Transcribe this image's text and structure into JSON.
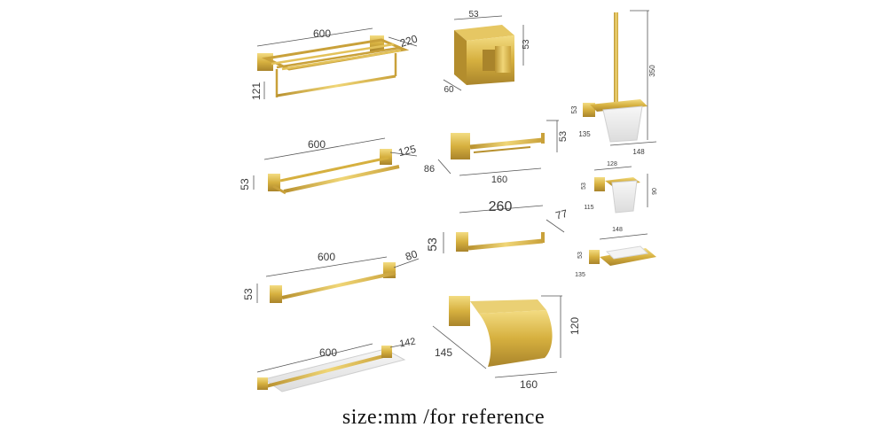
{
  "products": [
    {
      "name": "towel-rack-shelf",
      "dims": [
        "600",
        "220",
        "121"
      ]
    },
    {
      "name": "robe-hook",
      "dims": [
        "53",
        "53",
        "60"
      ]
    },
    {
      "name": "toilet-brush-holder",
      "dims": [
        "350",
        "53",
        "135",
        "148"
      ]
    },
    {
      "name": "double-towel-bar",
      "dims": [
        "600",
        "125",
        "53"
      ]
    },
    {
      "name": "paper-holder-open",
      "dims": [
        "53",
        "86",
        "160"
      ]
    },
    {
      "name": "tumbler-holder",
      "dims": [
        "128",
        "53",
        "90",
        "115"
      ]
    },
    {
      "name": "towel-ring-bar",
      "dims": [
        "260",
        "77",
        "53"
      ]
    },
    {
      "name": "soap-dish",
      "dims": [
        "148",
        "53",
        "135"
      ]
    },
    {
      "name": "single-towel-bar",
      "dims": [
        "600",
        "80",
        "53"
      ]
    },
    {
      "name": "glass-shelf",
      "dims": [
        "600",
        "142"
      ]
    },
    {
      "name": "paper-holder-covered",
      "dims": [
        "120",
        "145",
        "160"
      ]
    }
  ],
  "caption": "size:mm  /for  reference",
  "colors": {
    "gold_light": "#f1d77a",
    "gold": "#d8b23f",
    "gold_dark": "#a7812a",
    "line": "#555555"
  }
}
